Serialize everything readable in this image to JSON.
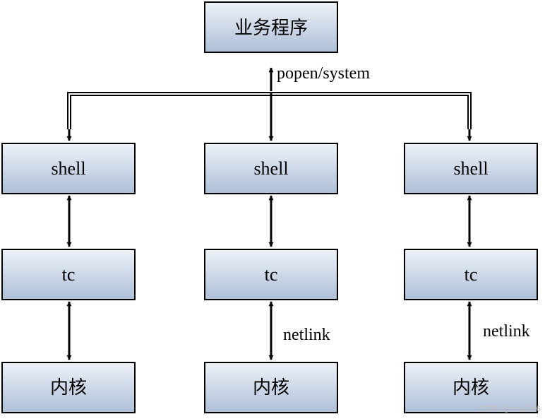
{
  "nodes": {
    "app": "业务程序",
    "shell_left": "shell",
    "shell_center": "shell",
    "shell_right": "shell",
    "tc_left": "tc",
    "tc_center": "tc",
    "tc_right": "tc",
    "kernel_left": "内核",
    "kernel_center": "内核",
    "kernel_right": "内核"
  },
  "edges": {
    "popen_label": "popen/system",
    "netlink_center_label": "netlink",
    "netlink_right_label": "netlink"
  },
  "watermark": "CSDN @orla2006"
}
